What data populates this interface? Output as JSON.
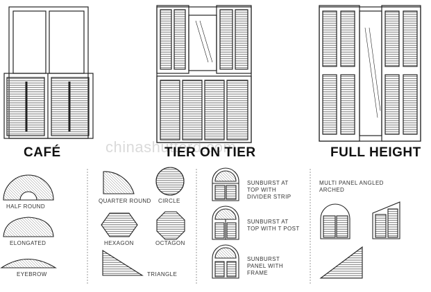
{
  "watermark": "chinashutterd.com",
  "top_labels": {
    "cafe": "CAFÉ",
    "tier_on_tier": "TIER ON TIER",
    "full_height": "FULL HEIGHT"
  },
  "shape_labels": {
    "half_round": "HALF ROUND",
    "elongated": "ELONGATED",
    "eyebrow": "EYEBROW",
    "quarter_round": "QUARTER ROUND",
    "circle": "CIRCLE",
    "hexagon": "HEXAGON",
    "octagon": "OCTAGON",
    "triangle": "TRIANGLE",
    "sunburst_divider": "SUNBURST AT\nTOP WITH\nDIVIDER STRIP",
    "sunburst_tpost": "SUNBURST AT\nTOP WITH T POST",
    "sunburst_frame": "SUNBURST\nPANEL WITH\nFRAME",
    "multi_panel": "MULTI PANEL ANGLED\nARCHED"
  }
}
